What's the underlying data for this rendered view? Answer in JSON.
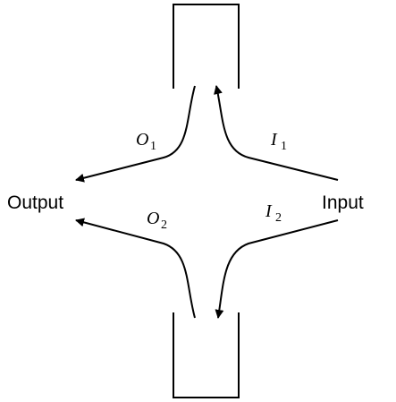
{
  "labels": {
    "output": "Output",
    "input": "Input"
  },
  "flows": {
    "o1": {
      "symbol": "O",
      "subscript": "1"
    },
    "o2": {
      "symbol": "O",
      "subscript": "2"
    },
    "i1": {
      "symbol": "I",
      "subscript": "1"
    },
    "i2": {
      "symbol": "I",
      "subscript": "2"
    }
  },
  "colors": {
    "stroke": "#000000",
    "background": "#ffffff"
  }
}
